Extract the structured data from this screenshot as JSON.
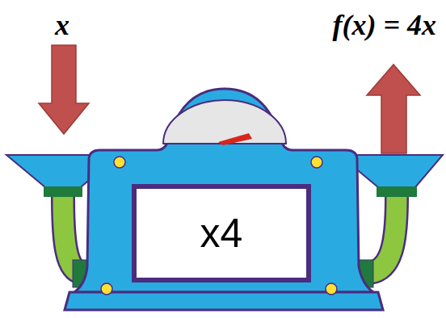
{
  "diagram": {
    "nodes": [
      {
        "text": [
          "x4"
        ]
      }
    ],
    "labels": [
      "x",
      "f(x) = 4x"
    ]
  }
}
